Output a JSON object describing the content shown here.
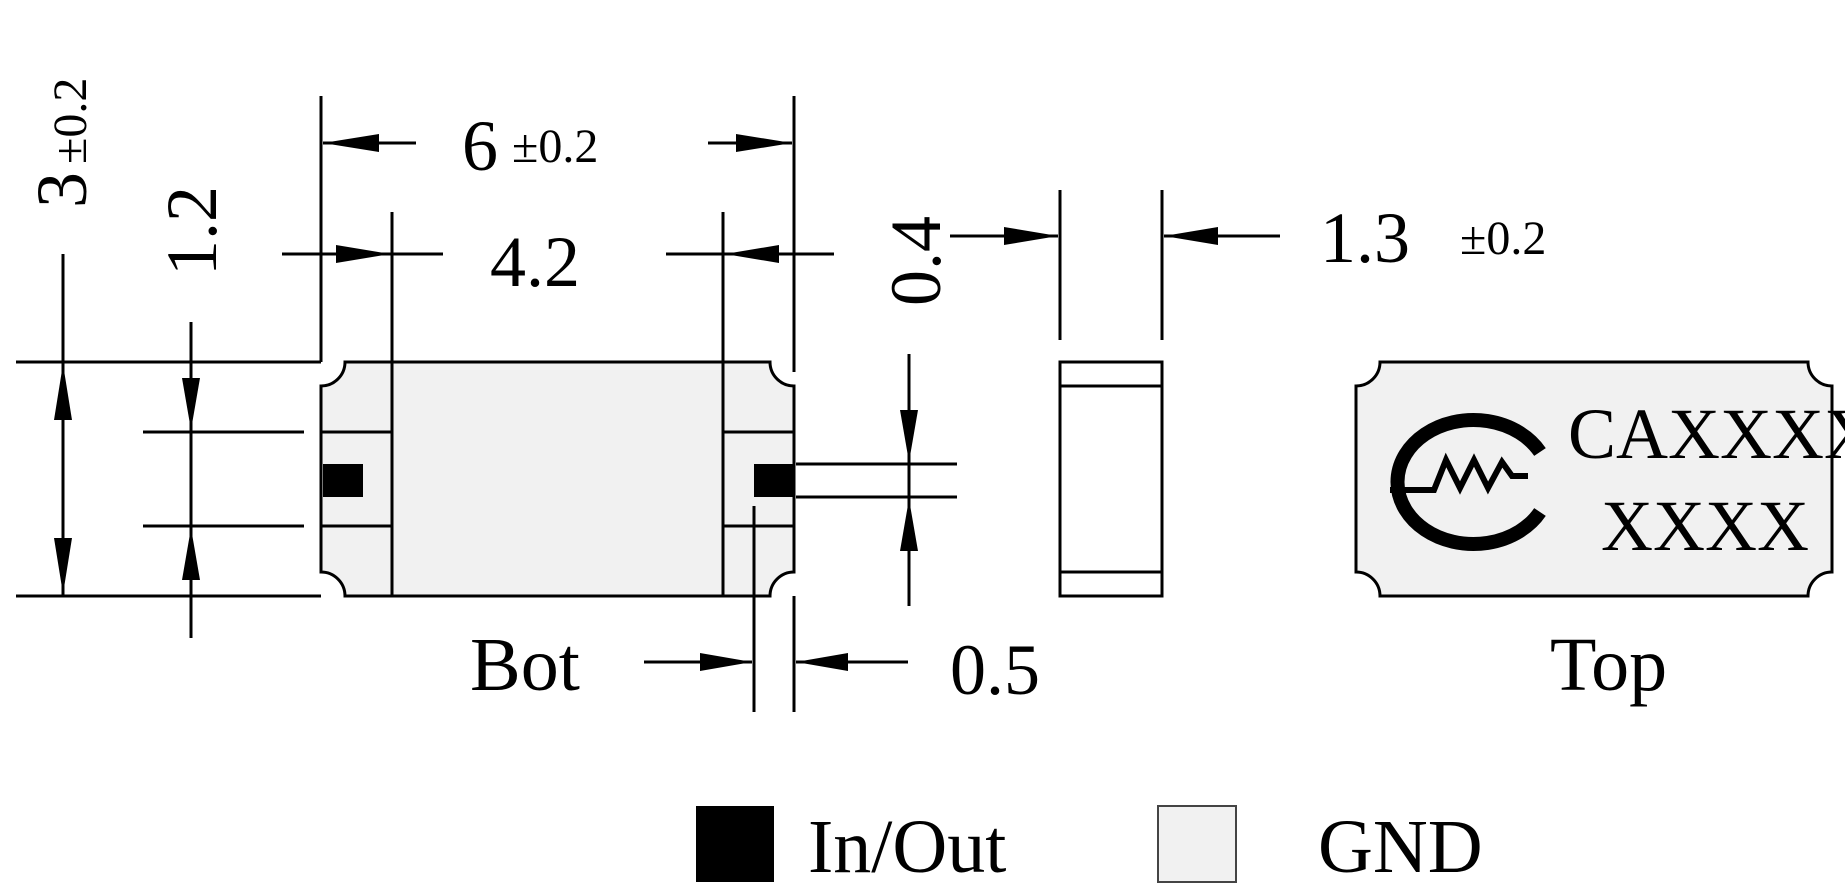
{
  "dimensions": {
    "height_main": "3",
    "height_tol": "±0.2",
    "width_main": "6",
    "width_tol": "±0.2",
    "pad_gap": "4.2",
    "pad_height": "1.2",
    "pin_height": "0.4",
    "pin_width": "0.5",
    "side_width_main": "1.3",
    "side_width_tol": "±0.2"
  },
  "views": {
    "bottom_label": "Bot",
    "top_label": "Top"
  },
  "marking": {
    "line1": "CAXXXX",
    "line2": "XXXX",
    "logo": "cmw-logo"
  },
  "legend": {
    "in_out": "In/Out",
    "gnd": "GND"
  },
  "colors": {
    "body_fill": "#f1f1f1",
    "pin_fill": "#000000",
    "line": "#000000"
  }
}
